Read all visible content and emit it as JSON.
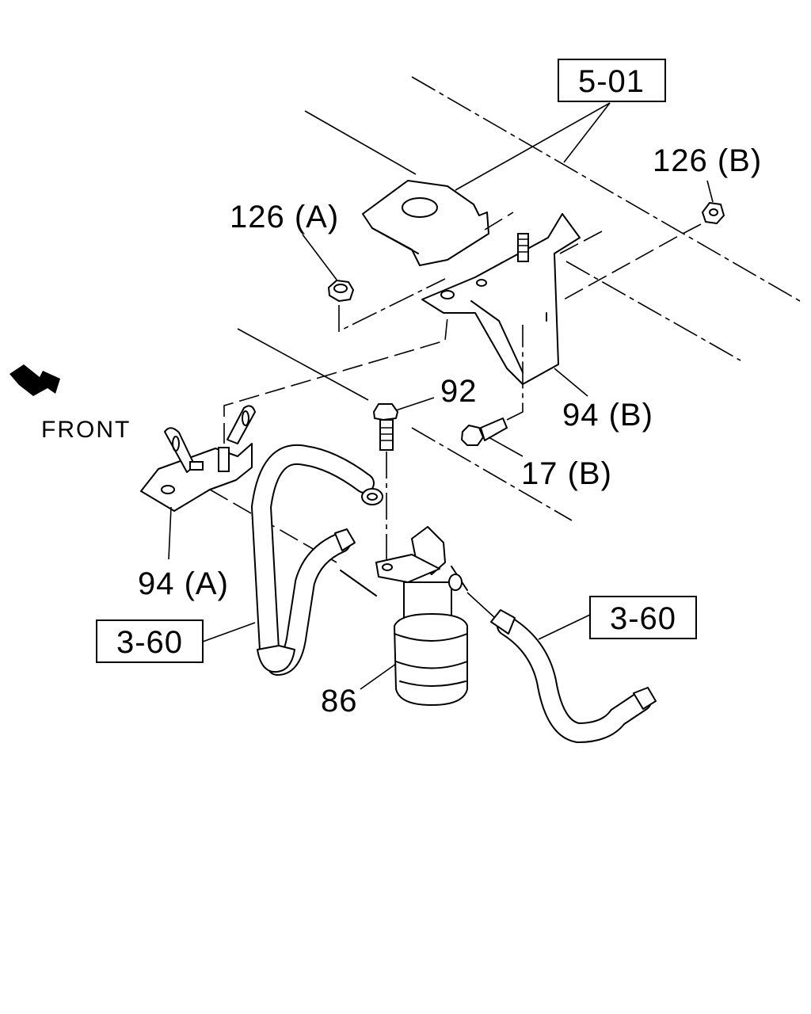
{
  "labels": {
    "ref_5_01": "5-01",
    "ref_3_60_left": "3-60",
    "ref_3_60_right": "3-60",
    "p126a": "126 (A)",
    "p126b": "126 (B)",
    "p92": "92",
    "p94b": "94 (B)",
    "p17b": "17 (B)",
    "p94a": "94 (A)",
    "p86": "86",
    "front": "FRONT"
  },
  "colors": {
    "ink": "#000000",
    "paper": "#ffffff"
  },
  "icons": {
    "front_indicator": "front-arrow-icon"
  }
}
